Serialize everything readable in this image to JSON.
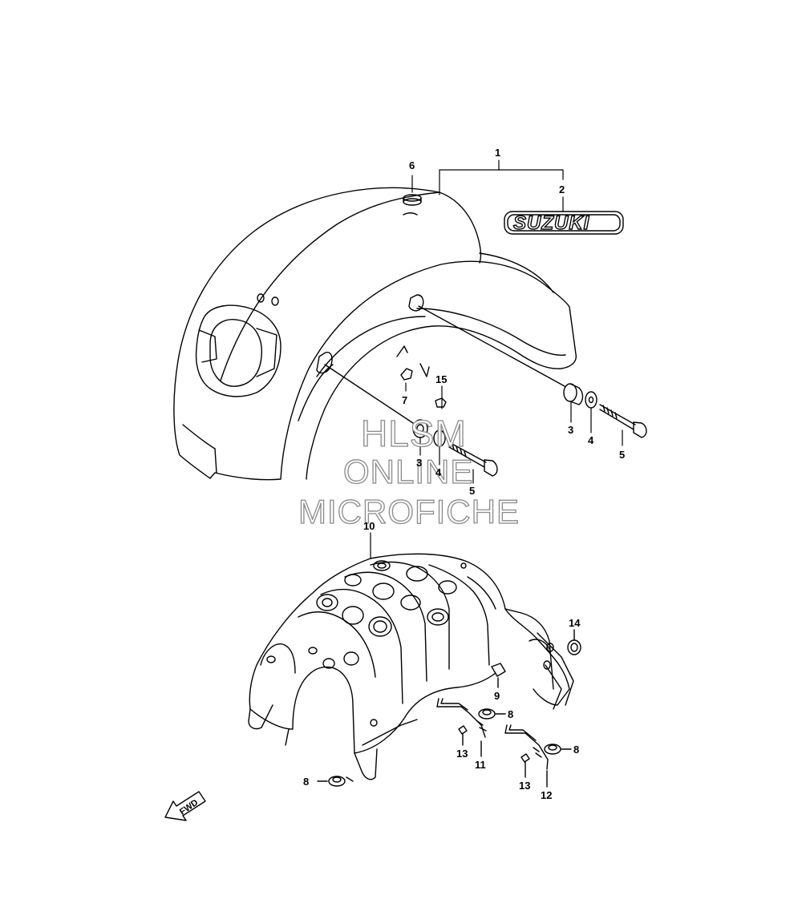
{
  "logo": {
    "text": "SUZUKI"
  },
  "watermark": {
    "line1": "HLSM",
    "line2": "ONLINE",
    "line3": "MICROFICHE"
  },
  "fwd_label": "FWD",
  "callouts": [
    {
      "id": "c1",
      "label": "1"
    },
    {
      "id": "c2",
      "label": "2"
    },
    {
      "id": "c6",
      "label": "6"
    },
    {
      "id": "c15",
      "label": "15"
    },
    {
      "id": "c7",
      "label": "7"
    },
    {
      "id": "c3a",
      "label": "3"
    },
    {
      "id": "c4a",
      "label": "4"
    },
    {
      "id": "c5a",
      "label": "5"
    },
    {
      "id": "c3b",
      "label": "3"
    },
    {
      "id": "c4b",
      "label": "4"
    },
    {
      "id": "c5b",
      "label": "5"
    },
    {
      "id": "c10",
      "label": "10"
    },
    {
      "id": "c14",
      "label": "14"
    },
    {
      "id": "c9",
      "label": "9"
    },
    {
      "id": "c8a",
      "label": "8"
    },
    {
      "id": "c8b",
      "label": "8"
    },
    {
      "id": "c8c",
      "label": "8"
    },
    {
      "id": "c13a",
      "label": "13"
    },
    {
      "id": "c11",
      "label": "11"
    },
    {
      "id": "c13b",
      "label": "13"
    },
    {
      "id": "c12",
      "label": "12"
    }
  ]
}
